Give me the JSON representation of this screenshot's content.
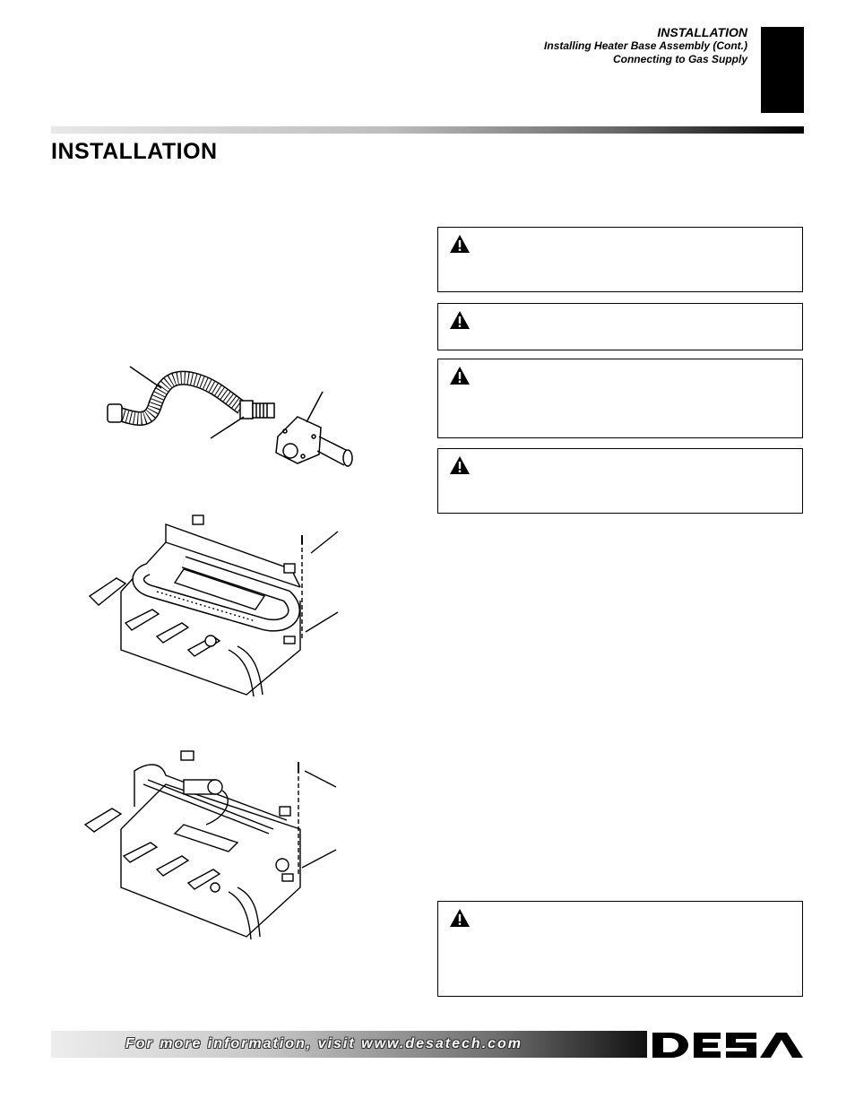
{
  "header": {
    "section": "INSTALLATION",
    "line1": "Installing Heater Base Assembly (Cont.)",
    "line2": "Connecting to Gas Supply"
  },
  "page": {
    "title": "INSTALLATION"
  },
  "warnings": [
    {
      "icon": "warning-triangle-icon"
    },
    {
      "icon": "warning-triangle-icon"
    },
    {
      "icon": "warning-triangle-icon"
    },
    {
      "icon": "warning-triangle-icon"
    },
    {
      "icon": "warning-triangle-icon"
    }
  ],
  "footer": {
    "text": "For more information, visit www.desatech.com",
    "logo_text": "DESA"
  }
}
